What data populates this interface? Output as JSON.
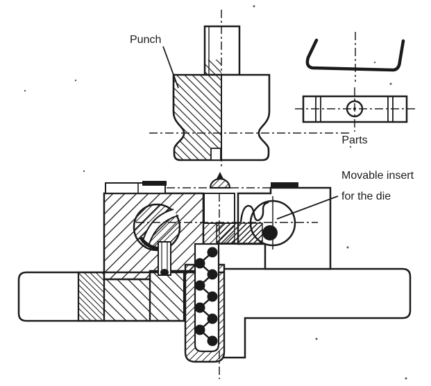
{
  "figure": {
    "labels": {
      "punch": "Punch",
      "parts": "Parts",
      "movable_insert_line1": "Movable insert",
      "movable_insert_line2": "for the die"
    },
    "colors": {
      "ink": "#1a1a1a",
      "background": "#ffffff"
    }
  }
}
